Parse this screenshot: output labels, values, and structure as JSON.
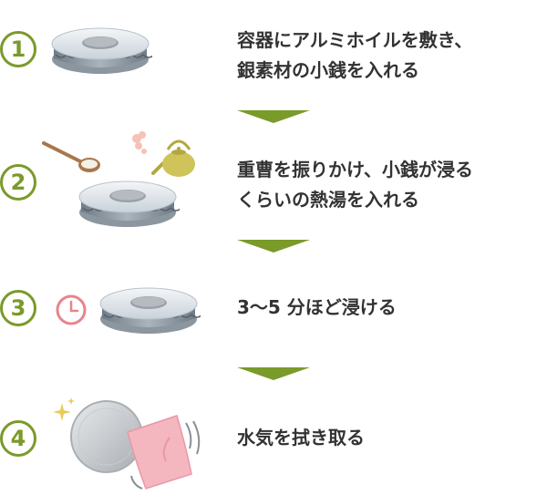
{
  "steps": [
    {
      "number": "1",
      "lines": [
        "容器にアルミホイルを敷き、",
        "銀素材の小銭を入れる"
      ]
    },
    {
      "number": "2",
      "lines": [
        "重曹を振りかけ、小銭が浸る",
        "くらいの熱湯を入れる"
      ]
    },
    {
      "number": "3",
      "lines": [
        "3〜5 分ほど浸ける"
      ]
    },
    {
      "number": "4",
      "lines": [
        "水気を拭き取る"
      ]
    }
  ],
  "colors": {
    "accent_green": "#7a9a2a",
    "clock_red": "#e8848c",
    "kettle_yellow": "#cfc45a",
    "towel_pink": "#f4b7c0",
    "spoon_brown": "#a8774a"
  },
  "icons": [
    "bowl-icon",
    "spoon-icon",
    "kettle-icon",
    "clock-icon",
    "sparkle-icon",
    "coin-icon",
    "towel-icon"
  ]
}
